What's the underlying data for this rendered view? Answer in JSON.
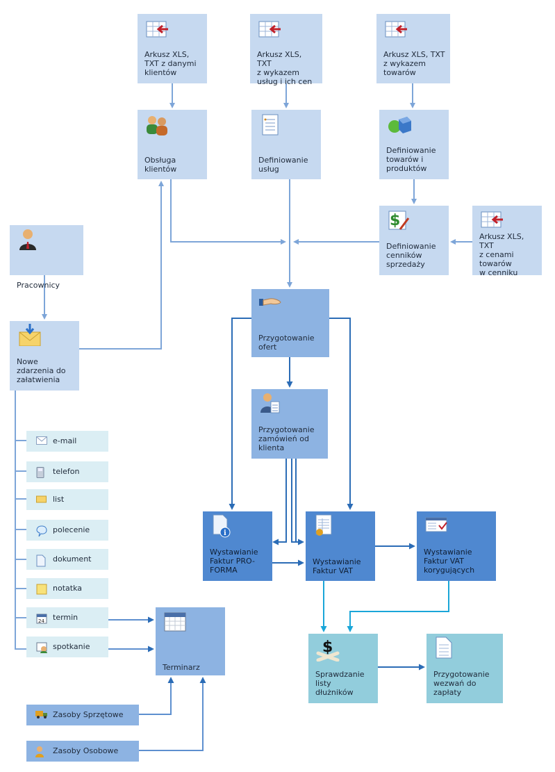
{
  "colors": {
    "connector": "#7da5d8",
    "connector_dark": "#2b6cb6",
    "connector_cyan": "#1aa6d8"
  },
  "nodes": {
    "xls_clients": {
      "label": "Arkusz XLS,\nTXT z danymi\nklientów",
      "icon": "spreadsheet-import-icon"
    },
    "xls_services": {
      "label": "Arkusz XLS, TXT\nz wykazem\nusług i ich cen",
      "icon": "spreadsheet-import-icon"
    },
    "xls_goods": {
      "label": "Arkusz XLS, TXT\nz wykazem\ntowarów",
      "icon": "spreadsheet-import-icon"
    },
    "clients": {
      "label": "Obsługa\nklientów",
      "icon": "people-icon"
    },
    "services": {
      "label": "Definiowanie\nusług",
      "icon": "list-document-icon"
    },
    "products": {
      "label": "Definiowanie\ntowarów i\nproduktów",
      "icon": "shapes-icon"
    },
    "pricelists": {
      "label": "Definiowanie\ncenników\nsprzedaży",
      "icon": "dollar-pen-icon"
    },
    "xls_prices": {
      "label": "Arkusz XLS, TXT\nz cenami\ntowarów\nw cenniku",
      "icon": "spreadsheet-import-icon"
    },
    "employees": {
      "label": "Pracownicy",
      "icon": "person-icon"
    },
    "events": {
      "label": "Nowe\nzdarzenia do\nzałatwienia",
      "icon": "envelope-icon"
    },
    "offers": {
      "label": "Przygotowanie\nofert",
      "icon": "hand-offer-icon"
    },
    "orders": {
      "label": "Przygotowanie\nzamówień od\nklienta",
      "icon": "user-document-icon"
    },
    "proforma": {
      "label": "Wystawianie\nFaktur PRO-\nFORMA",
      "icon": "document-info-icon"
    },
    "vat": {
      "label": "Wystawianie\nFaktur VAT",
      "icon": "invoice-icon"
    },
    "vat_corr": {
      "label": "Wystawianie\nFaktur VAT\nkorygujących",
      "icon": "form-check-icon"
    },
    "debtors": {
      "label": "Sprawdzanie\nlisty\ndłużników",
      "icon": "dollar-crossbones-icon"
    },
    "demands": {
      "label": "Przygotowanie\nwezwań do\nzapłaty",
      "icon": "page-icon"
    },
    "calendar": {
      "label": "Terminarz",
      "icon": "calendar-icon"
    }
  },
  "event_types": [
    {
      "label": "e-mail",
      "icon": "mail-icon"
    },
    {
      "label": "telefon",
      "icon": "phone-icon"
    },
    {
      "label": "list",
      "icon": "letter-icon"
    },
    {
      "label": "polecenie",
      "icon": "speech-bubble-icon"
    },
    {
      "label": "dokument",
      "icon": "document-icon"
    },
    {
      "label": "notatka",
      "icon": "note-icon"
    },
    {
      "label": "termin",
      "icon": "calendar-day-icon"
    },
    {
      "label": "spotkanie",
      "icon": "meeting-icon"
    }
  ],
  "resources": [
    {
      "label": "Zasoby Sprzętowe",
      "icon": "truck-icon"
    },
    {
      "label": "Zasoby Osobowe",
      "icon": "person-small-icon"
    }
  ]
}
